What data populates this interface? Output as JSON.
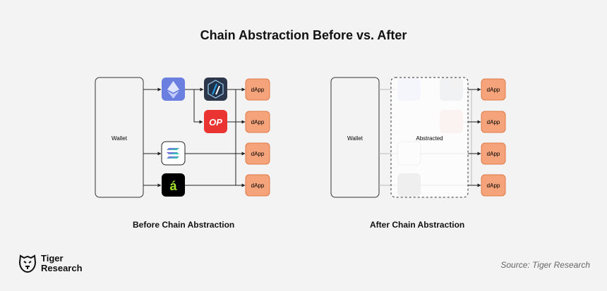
{
  "title": "Chain Abstraction Before vs. After",
  "before": {
    "caption": "Before Chain Abstraction",
    "wallet_label": "Wallet",
    "dapp_labels": [
      "dApp",
      "dApp",
      "dApp",
      "dApp"
    ],
    "chain_icons": [
      {
        "name": "ethereum-icon",
        "color": "#6b7fe0"
      },
      {
        "name": "arbitrum-icon",
        "color": "#2d374b"
      },
      {
        "name": "optimism-icon",
        "label": "OP",
        "color": "#ea3431"
      },
      {
        "name": "solana-icon",
        "color": "#9945ff"
      },
      {
        "name": "aptos-icon",
        "color": "#a6e22e"
      }
    ]
  },
  "after": {
    "caption": "After Chain Abstraction",
    "wallet_label": "Wallet",
    "abstracted_label": "Abstracted",
    "dapp_labels": [
      "dApp",
      "dApp",
      "dApp",
      "dApp"
    ]
  },
  "colors": {
    "dapp_fill": "#f4a37a",
    "dapp_stroke": "#e07a47"
  },
  "brand": {
    "line1": "Tiger",
    "line2": "Research"
  },
  "source": "Source: Tiger Research"
}
